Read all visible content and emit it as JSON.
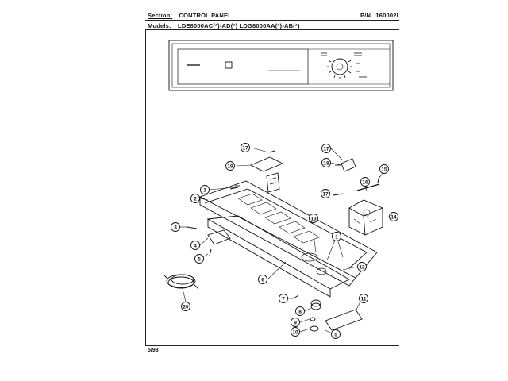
{
  "header": {
    "section_label": "Section:",
    "section_value": "CONTROL PANEL",
    "pn_label": "P/N",
    "pn_value": "160002I",
    "models_label": "Models:",
    "models_value": "LDE8000AC(*)-AD(*)   LDG8000AA(*)-AB(*)"
  },
  "footer": {
    "date": "5/93"
  },
  "callouts": [
    "1",
    "2",
    "3",
    "4",
    "5",
    "6",
    "7",
    "8",
    "9",
    "10",
    "11",
    "12",
    "13",
    "14",
    "15",
    "16",
    "17",
    "18",
    "19",
    "20"
  ]
}
